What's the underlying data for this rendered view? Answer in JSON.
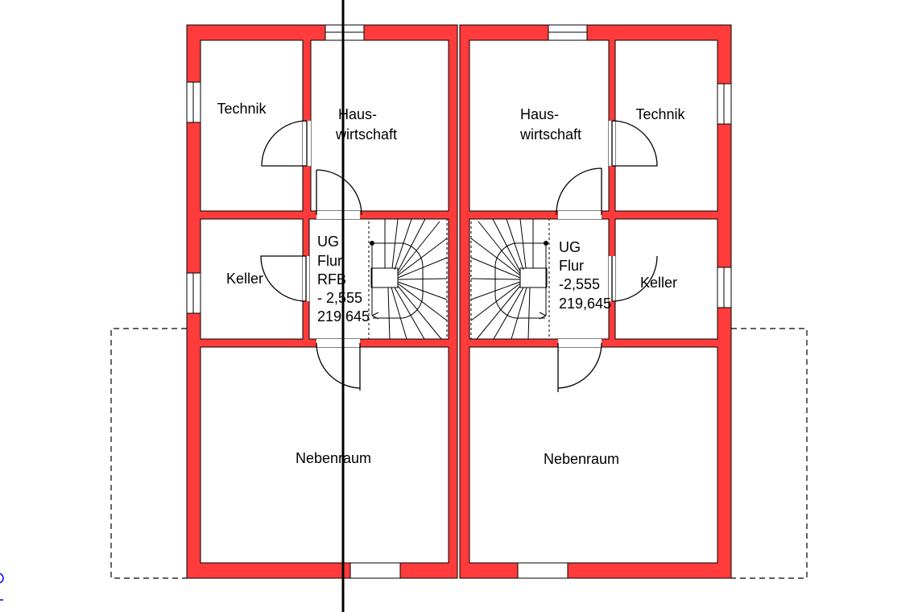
{
  "colors": {
    "wall": "#ff3b3b",
    "line": "#000000",
    "marker": "#0000ff"
  },
  "left_unit": {
    "technik": "Technik",
    "haus_line1": "Haus-",
    "haus_line2": "wirtschaft",
    "keller": "Keller",
    "flur_line1": "UG",
    "flur_line2": "Flur",
    "flur_line3": "RFB",
    "flur_line4": "- 2,555",
    "flur_line5": "219,645",
    "nebenraum": "Nebenraum"
  },
  "right_unit": {
    "technik": "Technik",
    "haus_line1": "Haus-",
    "haus_line2": "wirtschaft",
    "keller": "Keller",
    "flur_line1": "UG",
    "flur_line2": "Flur",
    "flur_line3": "-2,555",
    "flur_line4": "219,645",
    "nebenraum": "Nebenraum"
  }
}
